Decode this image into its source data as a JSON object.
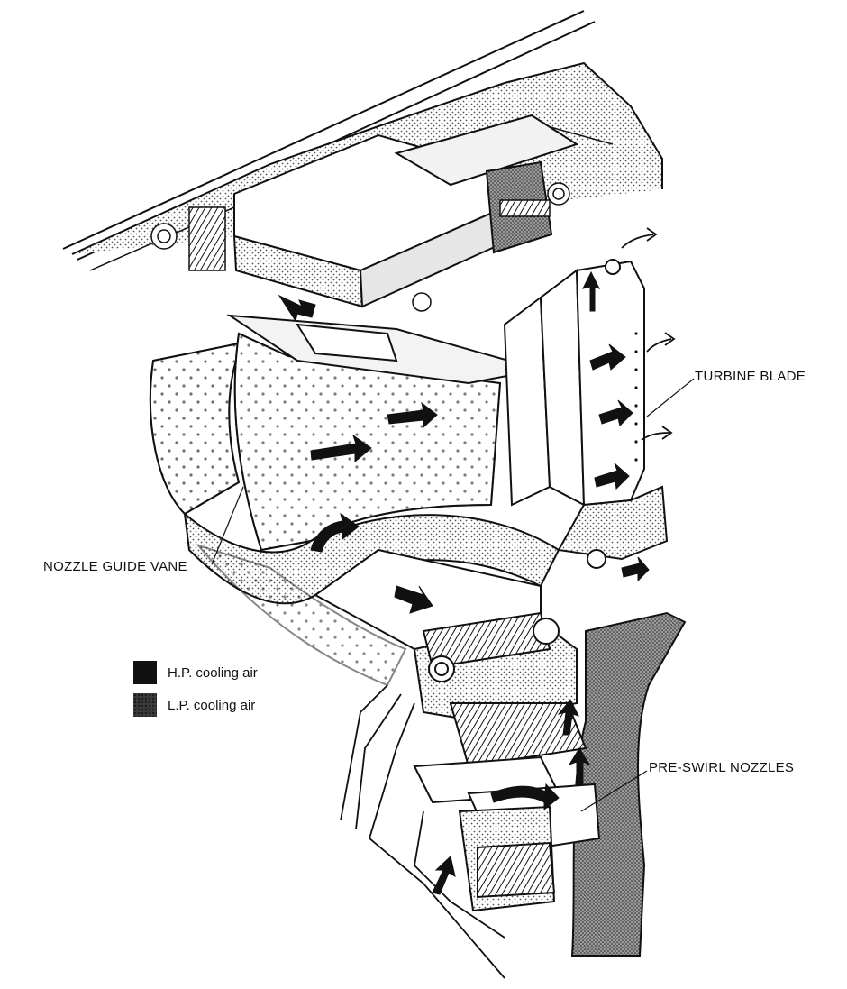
{
  "labels": {
    "turbine_blade": "TURBINE BLADE",
    "nozzle_guide_vane": "NOZZLE GUIDE VANE",
    "pre_swirl_nozzles": "PRE-SWIRL NOZZLES"
  },
  "legend": {
    "hp": {
      "text": "H.P.  cooling air",
      "color": "#111111"
    },
    "lp": {
      "text": "L.P. cooling air",
      "color": "#3a3a3a"
    }
  },
  "colors": {
    "line": "#111111",
    "stipple": "#6a6a6a",
    "paper": "#ffffff"
  }
}
